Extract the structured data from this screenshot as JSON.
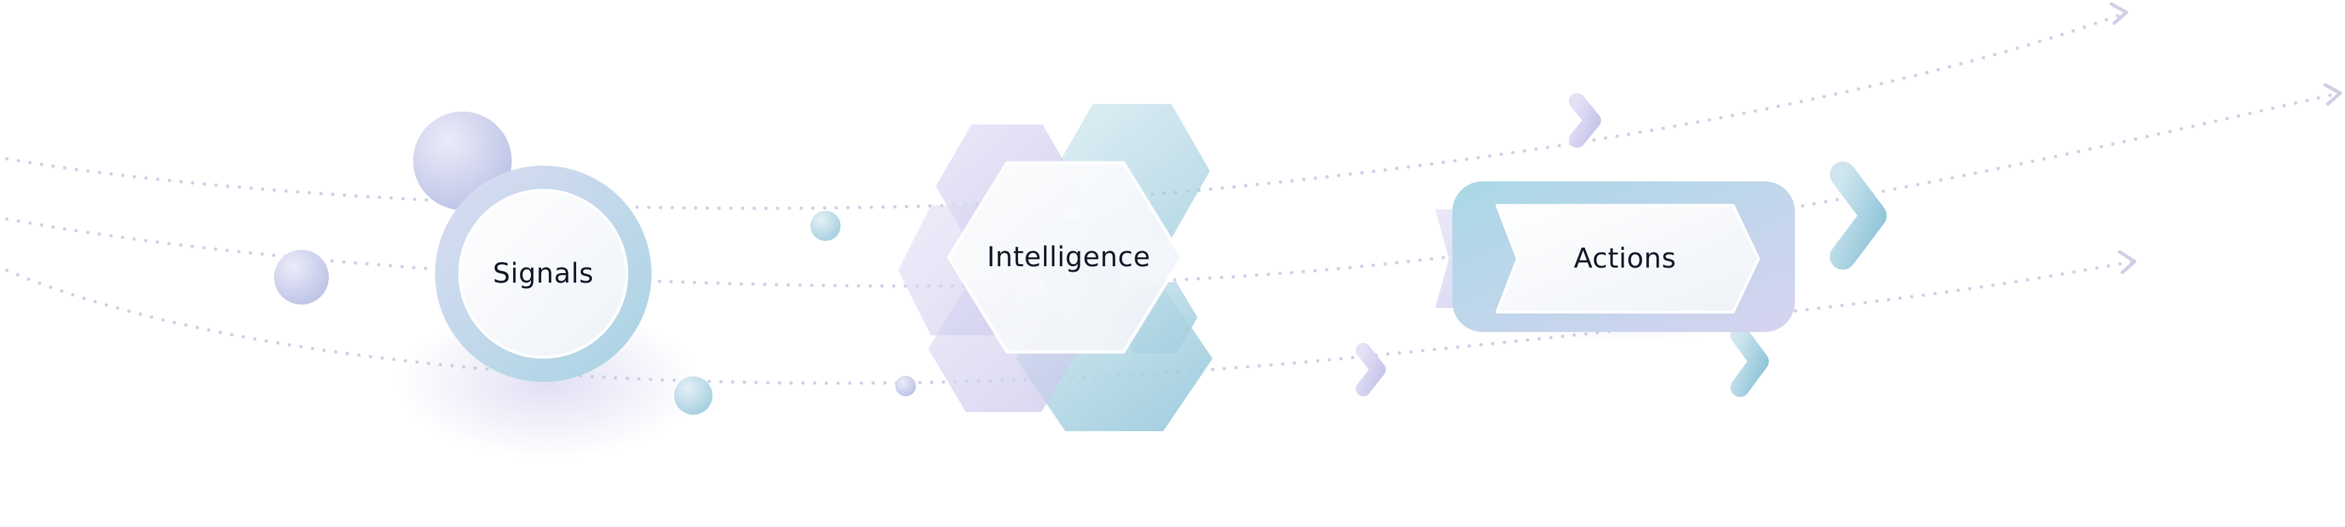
{
  "stages": {
    "signals": {
      "label": "Signals"
    },
    "intelligence": {
      "label": "Intelligence"
    },
    "actions": {
      "label": "Actions"
    }
  },
  "colors": {
    "blue": "#a9d3e3",
    "lavender": "#cfcdec",
    "path": "#cfd0e6",
    "text": "#111827"
  },
  "icons": [
    "sphere",
    "hexagon",
    "chevron-arrow",
    "arrow-head"
  ]
}
